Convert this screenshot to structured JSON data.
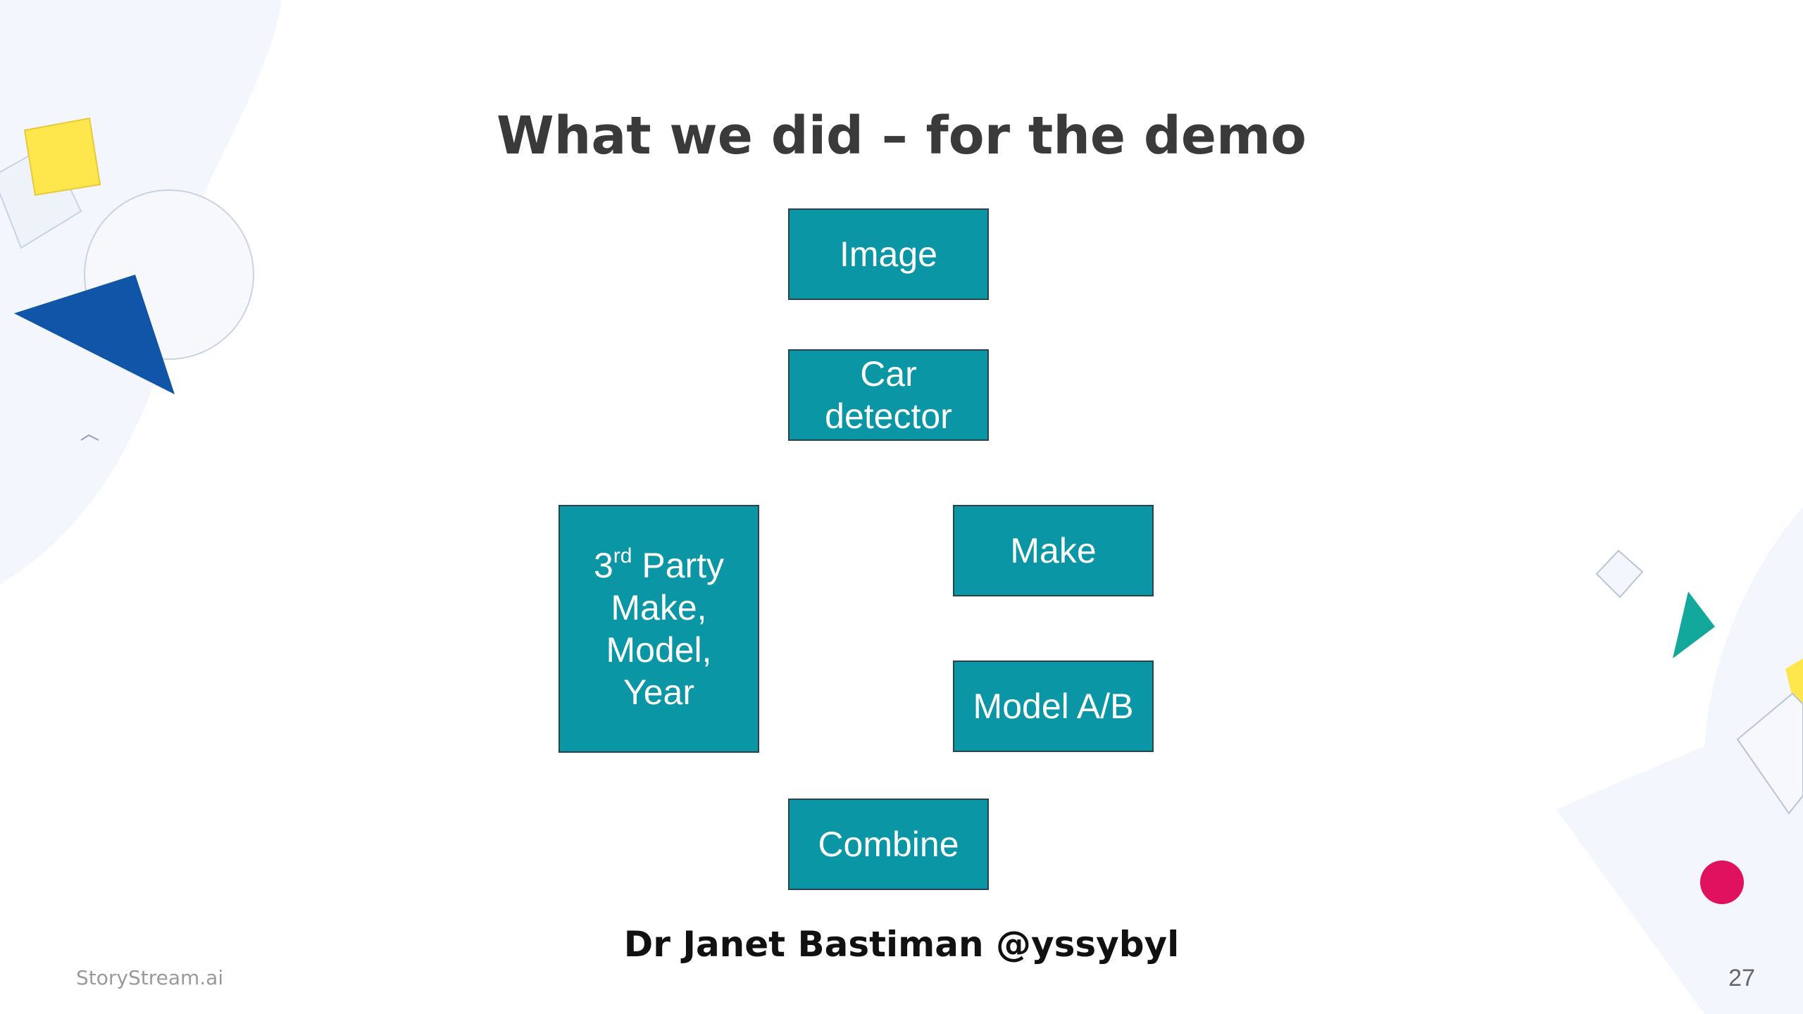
{
  "slide": {
    "title": "What we did – for the demo",
    "author": "Dr Janet Bastiman @yssybyl",
    "brand": "StoryStream.ai",
    "page_number": "27"
  },
  "diagram": {
    "box_color": "#0b96a6",
    "boxes": {
      "image": {
        "label": "Image"
      },
      "car_detector": {
        "line1": "Car",
        "line2": "detector"
      },
      "third_party": {
        "num": "3",
        "sup": "rd",
        "line1_rest": " Party",
        "line2": "Make,",
        "line3": "Model,",
        "line4": "Year"
      },
      "make": {
        "label": "Make"
      },
      "model_ab": {
        "label": "Model A/B"
      },
      "combine": {
        "label": "Combine"
      }
    }
  },
  "decorations": {
    "colors": {
      "yellow": "#fde74c",
      "blue_triangle": "#1155a8",
      "teal_triangle": "#12a89c",
      "pink_dot": "#e0115f",
      "pale_blob": "#f3f6fc"
    }
  }
}
